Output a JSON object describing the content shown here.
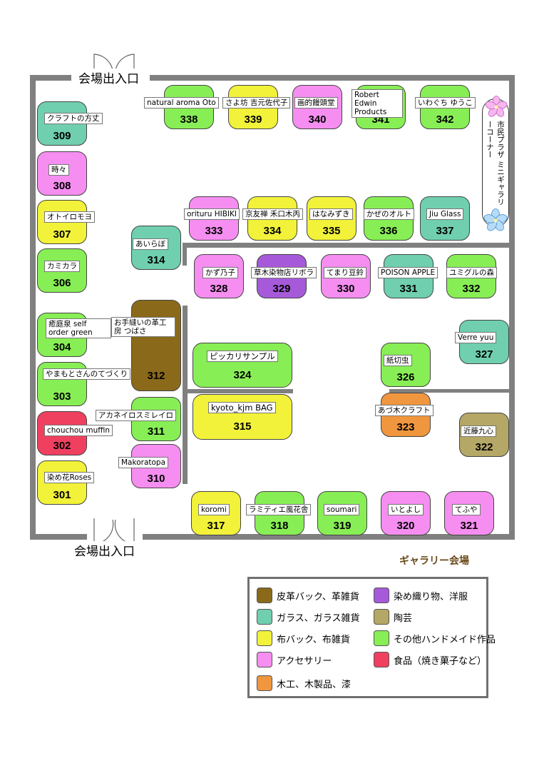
{
  "entrance_label": "会場出入口",
  "gallery_title": "ギャラリー会場",
  "mini_gallery_label": "市民プラザ ミニギャラリーコーナー",
  "colors": {
    "leather": "#8a6a1a",
    "glass": "#6fcfaf",
    "fabric": "#f2f23a",
    "accessory": "#f58ef0",
    "wood": "#f0963e",
    "dye": "#a65ad9",
    "ceramic": "#b5a765",
    "handmade": "#88ee55",
    "food": "#ef4060"
  },
  "legend": [
    {
      "category": "leather",
      "label": "皮革バック、革雑貨"
    },
    {
      "category": "glass",
      "label": "ガラス、ガラス雑貨"
    },
    {
      "category": "fabric",
      "label": "布バック、布雑貨"
    },
    {
      "category": "accessory",
      "label": "アクセサリー"
    },
    {
      "category": "wood",
      "label": "木工、木製品、漆"
    },
    {
      "category": "dye",
      "label": "染め織り物、洋服"
    },
    {
      "category": "ceramic",
      "label": "陶芸"
    },
    {
      "category": "handmade",
      "label": "その他ハンドメイド作品"
    },
    {
      "category": "food",
      "label": "食品（焼き菓子など）"
    }
  ],
  "booths": [
    {
      "number": "338",
      "name": "natural aroma Oto",
      "category": "handmade"
    },
    {
      "number": "339",
      "name": "さよ坊 吉元佐代子",
      "category": "fabric"
    },
    {
      "number": "340",
      "name": "画的饅頭堂",
      "category": "accessory"
    },
    {
      "number": "341",
      "name": "Robert Edwin Products",
      "category": "handmade"
    },
    {
      "number": "342",
      "name": "いわぐち ゆうこ",
      "category": "handmade"
    },
    {
      "number": "309",
      "name": "クラフトの方丈",
      "category": "glass"
    },
    {
      "number": "308",
      "name": "時々",
      "category": "accessory"
    },
    {
      "number": "307",
      "name": "オトイロモヨ",
      "category": "fabric"
    },
    {
      "number": "306",
      "name": "カミカラ",
      "category": "handmade"
    },
    {
      "number": "304",
      "name": "癒庭泉 self order green",
      "category": "handmade"
    },
    {
      "number": "303",
      "name": "やまもとさんのてづくり",
      "category": "handmade"
    },
    {
      "number": "302",
      "name": "chouchou muffin",
      "category": "food"
    },
    {
      "number": "301",
      "name": "染め花Roses",
      "category": "fabric"
    },
    {
      "number": "314",
      "name": "あいらぼ",
      "category": "glass"
    },
    {
      "number": "333",
      "name": "orituru HIBIKI",
      "category": "accessory"
    },
    {
      "number": "334",
      "name": "京友禅 禾口木丙",
      "category": "fabric"
    },
    {
      "number": "335",
      "name": "はなみずき",
      "category": "fabric"
    },
    {
      "number": "336",
      "name": "かぜのオルト",
      "category": "handmade"
    },
    {
      "number": "337",
      "name": "Jiu Glass",
      "category": "glass"
    },
    {
      "number": "328",
      "name": "かず乃子",
      "category": "accessory"
    },
    {
      "number": "329",
      "name": "草木染物店リボラ",
      "category": "dye"
    },
    {
      "number": "330",
      "name": "てまり豆鈴",
      "category": "accessory"
    },
    {
      "number": "331",
      "name": "POISON APPLE",
      "category": "glass"
    },
    {
      "number": "332",
      "name": "ユミグルの森",
      "category": "handmade"
    },
    {
      "number": "312",
      "name": "お手縫いの革工房 つばさ",
      "category": "leather"
    },
    {
      "number": "324",
      "name": "ピッカリサンプル",
      "category": "handmade"
    },
    {
      "number": "315",
      "name": "kyoto_kjm BAG",
      "category": "fabric"
    },
    {
      "number": "311",
      "name": "アカネイロスミレイロ",
      "category": "handmade"
    },
    {
      "number": "310",
      "name": "Makoratopa",
      "category": "accessory"
    },
    {
      "number": "327",
      "name": "Verre yuu",
      "category": "glass"
    },
    {
      "number": "326",
      "name": "紙切虫",
      "category": "handmade"
    },
    {
      "number": "323",
      "name": "あづ木クラフト",
      "category": "wood"
    },
    {
      "number": "322",
      "name": "近藤九心",
      "category": "ceramic"
    },
    {
      "number": "317",
      "name": "koromi",
      "category": "fabric"
    },
    {
      "number": "318",
      "name": "ラミティエ風花舎",
      "category": "handmade"
    },
    {
      "number": "319",
      "name": "soumari",
      "category": "handmade"
    },
    {
      "number": "320",
      "name": "いとよし",
      "category": "accessory"
    },
    {
      "number": "321",
      "name": "てふや",
      "category": "accessory"
    }
  ]
}
